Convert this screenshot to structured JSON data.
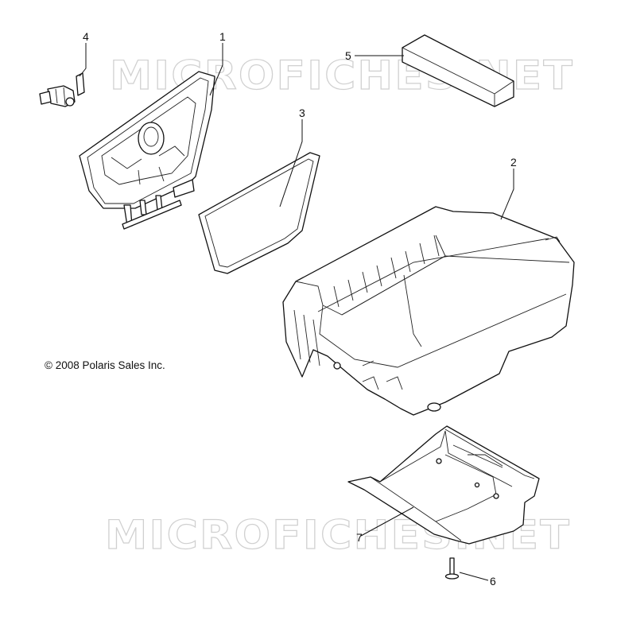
{
  "copyright": "© 2008 Polaris Sales Inc.",
  "watermark": "MICROFICHES.NET",
  "callouts": [
    {
      "id": "1",
      "label": "1"
    },
    {
      "id": "2",
      "label": "2"
    },
    {
      "id": "3",
      "label": "3"
    },
    {
      "id": "4",
      "label": "4"
    },
    {
      "id": "5",
      "label": "5"
    },
    {
      "id": "6",
      "label": "6"
    },
    {
      "id": "7",
      "label": "7"
    }
  ]
}
